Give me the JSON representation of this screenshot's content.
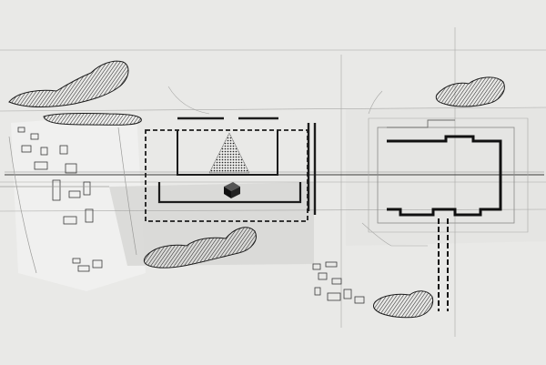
{
  "drawing": {
    "medium": "pencil",
    "palette": {
      "paper": "#e9e9e7",
      "paper_shade": "#dcdcda",
      "paper_light": "#f1f1ef",
      "ink": "#1c1c1c",
      "faint_line": "#9a9a98",
      "hatch": "#2a2a2a"
    },
    "features": [
      "tree-cluster",
      "dashed-boundary",
      "triangle-stipple",
      "solid-cube",
      "rectangular-enclosure",
      "central-axis",
      "dashed-path",
      "small-buildings"
    ]
  }
}
